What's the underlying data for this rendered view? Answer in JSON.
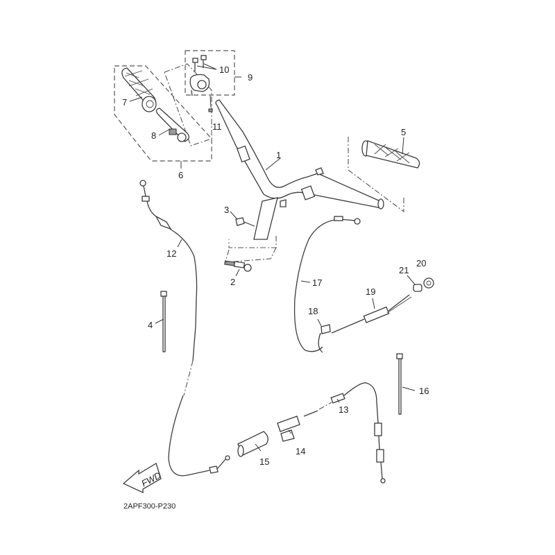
{
  "diagram": {
    "title": "Handlebar & Cable exploded parts diagram",
    "drawing_code": "2APF300-P230",
    "direction_label": "FWD",
    "callouts": [
      {
        "id": "1",
        "label": "1"
      },
      {
        "id": "2",
        "label": "2"
      },
      {
        "id": "3",
        "label": "3"
      },
      {
        "id": "4",
        "label": "4"
      },
      {
        "id": "5",
        "label": "5"
      },
      {
        "id": "6",
        "label": "6"
      },
      {
        "id": "7",
        "label": "7"
      },
      {
        "id": "8",
        "label": "8"
      },
      {
        "id": "9",
        "label": "9"
      },
      {
        "id": "10",
        "label": "10"
      },
      {
        "id": "11",
        "label": "11"
      },
      {
        "id": "12",
        "label": "12"
      },
      {
        "id": "13",
        "label": "13"
      },
      {
        "id": "14",
        "label": "14"
      },
      {
        "id": "15",
        "label": "15"
      },
      {
        "id": "16",
        "label": "16"
      },
      {
        "id": "17",
        "label": "17"
      },
      {
        "id": "18",
        "label": "18"
      },
      {
        "id": "19",
        "label": "19"
      },
      {
        "id": "20",
        "label": "20"
      },
      {
        "id": "21",
        "label": "21"
      }
    ]
  }
}
